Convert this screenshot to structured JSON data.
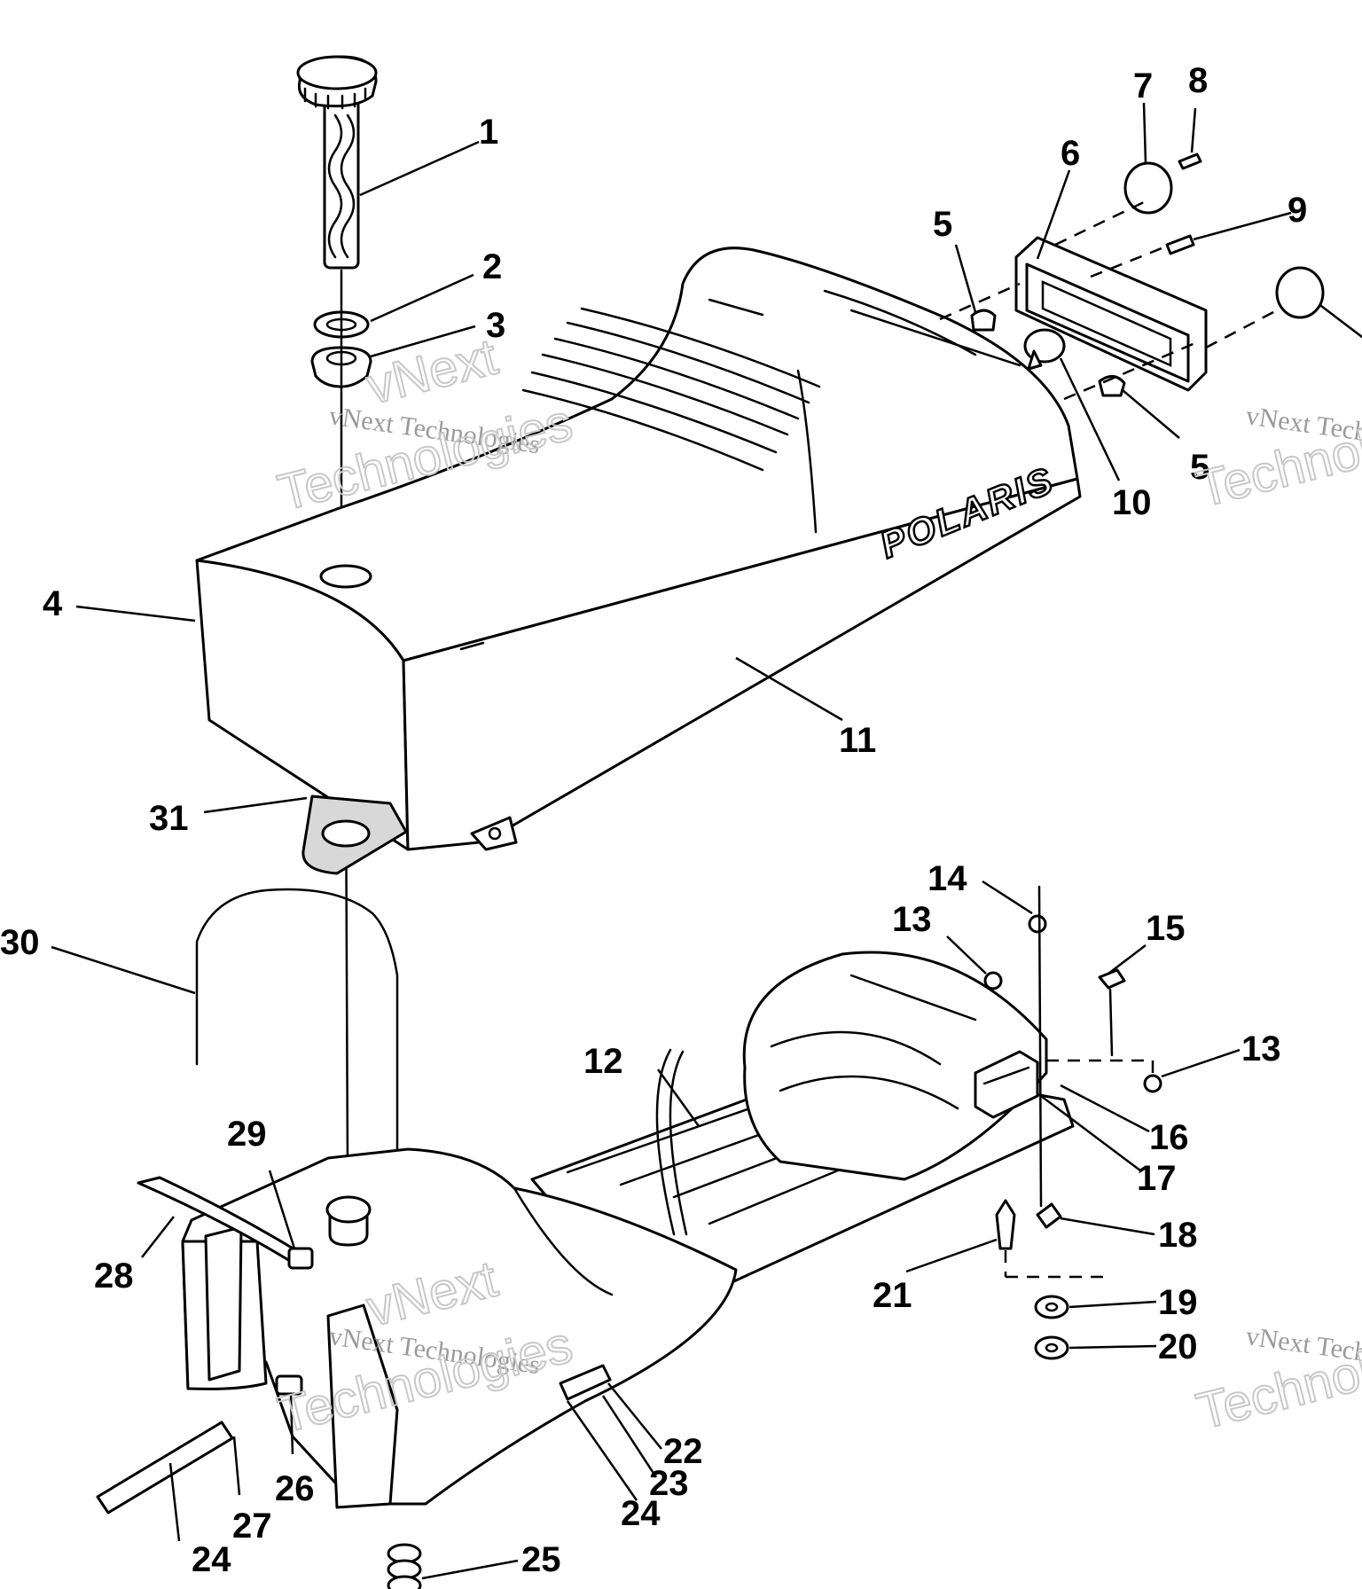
{
  "brand_label": "POLARIS",
  "watermark": {
    "line1": "vNext Technologies",
    "line2a": "vNext",
    "line2b": "Technologies"
  },
  "callouts": [
    {
      "id": "c1",
      "text": "1"
    },
    {
      "id": "c2",
      "text": "2"
    },
    {
      "id": "c3",
      "text": "3"
    },
    {
      "id": "c4",
      "text": "4"
    },
    {
      "id": "c5a",
      "text": "5"
    },
    {
      "id": "c5b",
      "text": "5"
    },
    {
      "id": "c6",
      "text": "6"
    },
    {
      "id": "c7",
      "text": "7"
    },
    {
      "id": "c8",
      "text": "8"
    },
    {
      "id": "c9",
      "text": "9"
    },
    {
      "id": "c10",
      "text": "10"
    },
    {
      "id": "c11",
      "text": "11"
    },
    {
      "id": "c12",
      "text": "12"
    },
    {
      "id": "c13a",
      "text": "13"
    },
    {
      "id": "c13b",
      "text": "13"
    },
    {
      "id": "c14",
      "text": "14"
    },
    {
      "id": "c15",
      "text": "15"
    },
    {
      "id": "c16",
      "text": "16"
    },
    {
      "id": "c17",
      "text": "17"
    },
    {
      "id": "c18",
      "text": "18"
    },
    {
      "id": "c19",
      "text": "19"
    },
    {
      "id": "c20",
      "text": "20"
    },
    {
      "id": "c21",
      "text": "21"
    },
    {
      "id": "c22",
      "text": "22"
    },
    {
      "id": "c23",
      "text": "23"
    },
    {
      "id": "c24a",
      "text": "24"
    },
    {
      "id": "c24b",
      "text": "24"
    },
    {
      "id": "c25",
      "text": "25"
    },
    {
      "id": "c26",
      "text": "26"
    },
    {
      "id": "c27",
      "text": "27"
    },
    {
      "id": "c28",
      "text": "28"
    },
    {
      "id": "c29",
      "text": "29"
    },
    {
      "id": "c30",
      "text": "30"
    },
    {
      "id": "c31",
      "text": "31"
    }
  ]
}
